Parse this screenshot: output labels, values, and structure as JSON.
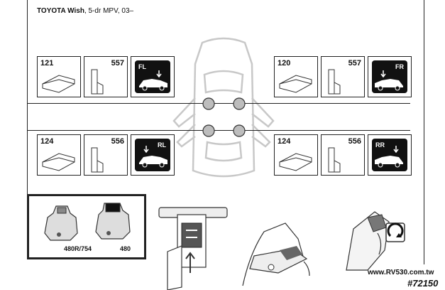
{
  "header": {
    "vehicle": "TOYOTA Wish",
    "spec": ", 5-dr MPV, 03–"
  },
  "positions": {
    "front_left": {
      "foot": "121",
      "pad": "557",
      "code": "FL"
    },
    "front_right": {
      "foot": "120",
      "pad": "557",
      "code": "FR"
    },
    "rear_left": {
      "foot": "124",
      "pad": "556",
      "code": "RL"
    },
    "rear_right": {
      "foot": "124",
      "pad": "556",
      "code": "RR"
    }
  },
  "kit": {
    "label_left": "480R/754",
    "label_right": "480"
  },
  "footer": {
    "website": "www.RV530.com.tw",
    "code": "#72150"
  }
}
